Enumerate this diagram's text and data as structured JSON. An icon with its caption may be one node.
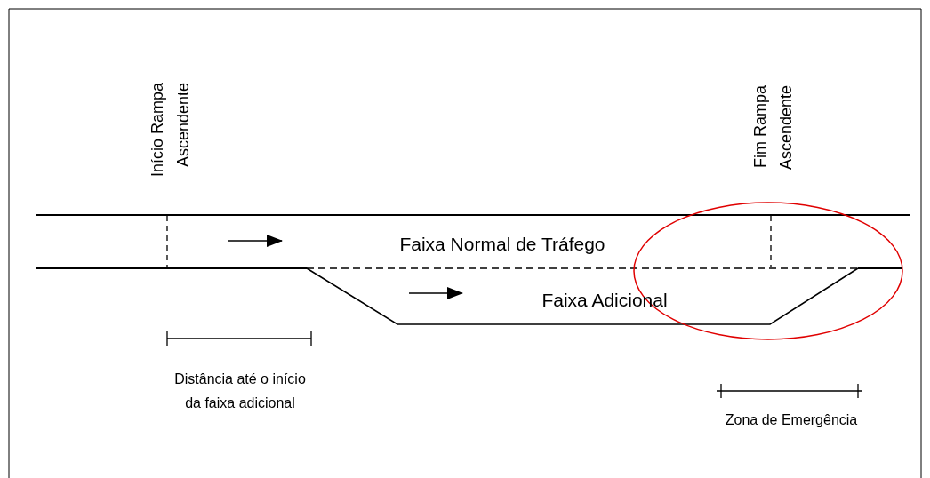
{
  "diagram": {
    "labels": [
      "Início Rampa Ascendente",
      "Fim Rampa Ascendente",
      "Faixa Normal de Tráfego",
      "Faixa Adicional",
      "Distância até o início da faixa adicional",
      "Zona de Emergência"
    ]
  }
}
